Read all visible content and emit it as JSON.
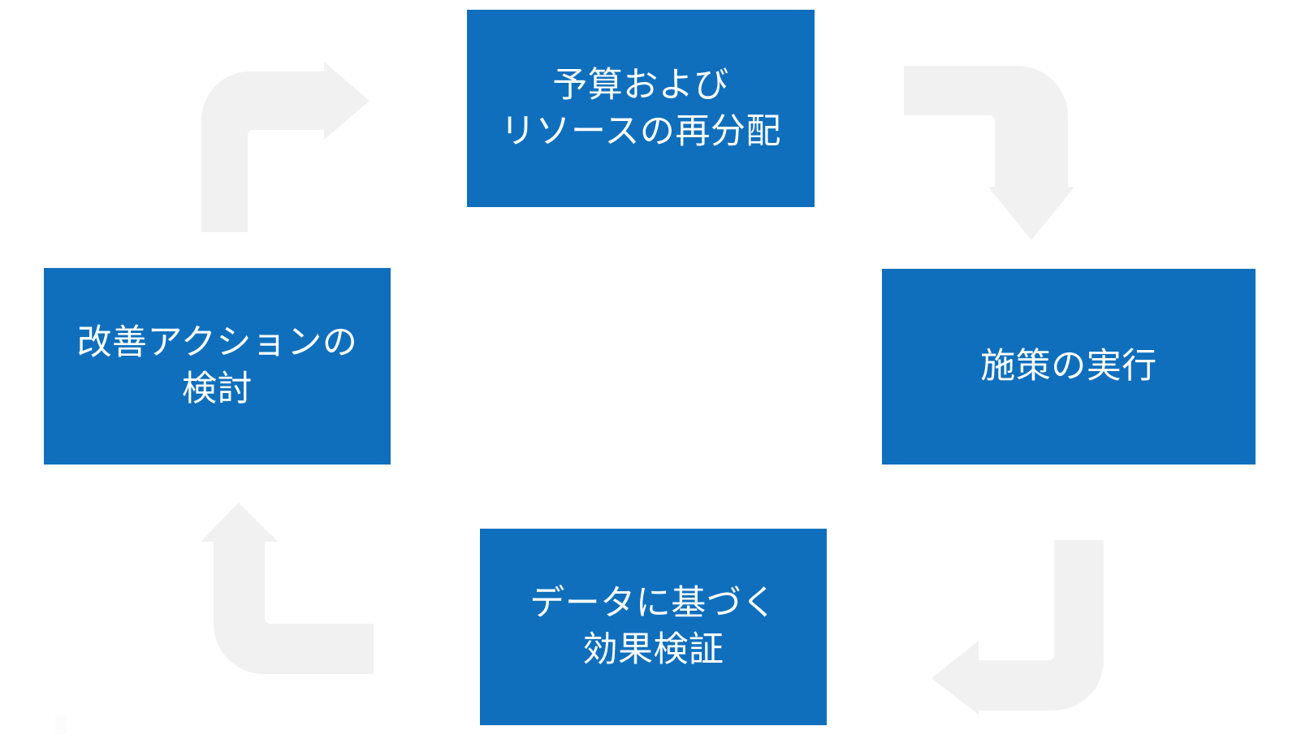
{
  "diagram": {
    "type": "cycle",
    "title": "",
    "background_color": "#ffffff",
    "node_fill_color": "#0f6fbd",
    "node_text_color": "#ffffff",
    "arrow_color": "#f1f1f1",
    "nodes": [
      {
        "id": "top",
        "label": "予算および\nリソースの再分配",
        "position": "top"
      },
      {
        "id": "right",
        "label": "施策の実行",
        "position": "right"
      },
      {
        "id": "bottom",
        "label": "データに基づく\n効果検証",
        "position": "bottom"
      },
      {
        "id": "left",
        "label": "改善アクションの\n検討",
        "position": "left"
      }
    ],
    "arrows": [
      {
        "id": "top-left-arrow",
        "icon": "bent-arrow-up-right-icon",
        "from": "left",
        "to": "top",
        "direction": "right"
      },
      {
        "id": "top-right-arrow",
        "icon": "bent-arrow-right-down-icon",
        "from": "top",
        "to": "right",
        "direction": "down"
      },
      {
        "id": "bottom-right-arrow",
        "icon": "bent-arrow-down-left-icon",
        "from": "right",
        "to": "bottom",
        "direction": "left"
      },
      {
        "id": "bottom-left-arrow",
        "icon": "bent-arrow-left-up-icon",
        "from": "bottom",
        "to": "left",
        "direction": "up"
      }
    ]
  }
}
